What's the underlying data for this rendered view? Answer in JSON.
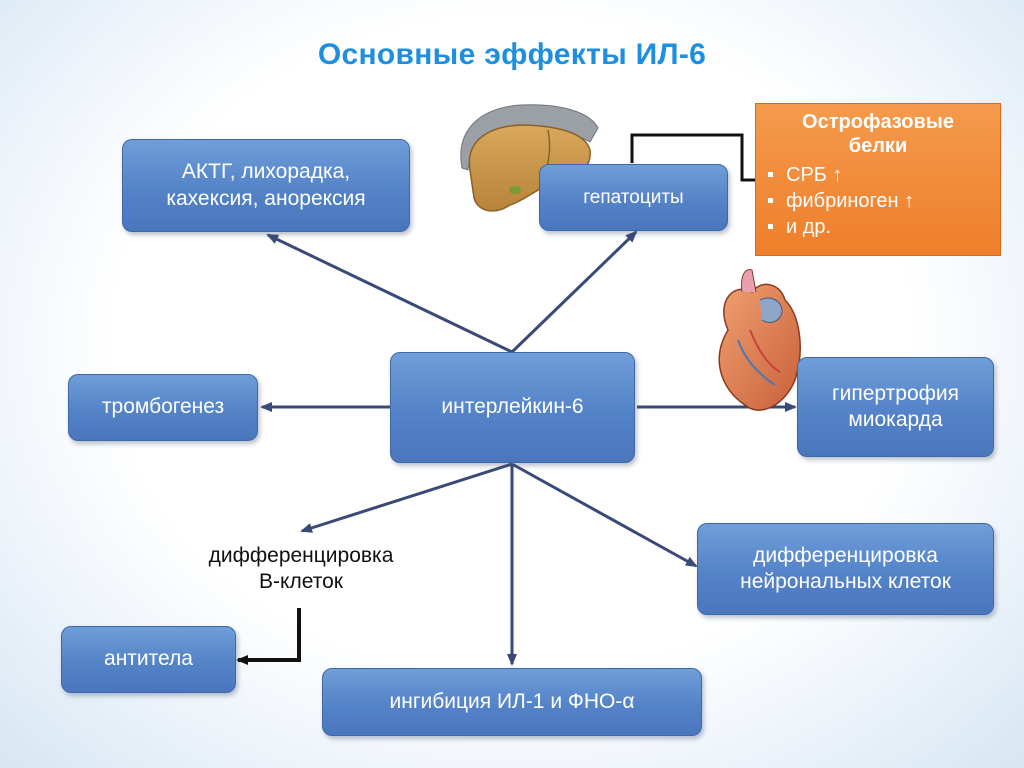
{
  "title": "Основные эффекты ИЛ-6",
  "center": "интерлейкин-6",
  "nodes": {
    "acth": "АКТГ, лихорадка,\nкахексия, анорексия",
    "hepatocytes": "гепатоциты",
    "thrombogenesis": "тромбогенез",
    "hypertrophy": "гипертрофия\nмиокарда",
    "neuronal": "дифференцировка\nнейрональных клеток",
    "bcell": "дифференцировка\nВ-клеток",
    "antibodies": "антитела",
    "inhibition": "ингибиция ИЛ-1 и ФНО-α"
  },
  "acute_phase": {
    "title": "Острофазовые\nбелки",
    "items": [
      "СРБ ↑",
      "фибриноген ↑",
      "и др."
    ]
  },
  "colors": {
    "title": "#1e8fe0",
    "box": "#5483c8",
    "orange_box": "#ef7f2a",
    "arrow": "#3a4a78"
  },
  "icons": [
    "liver-icon",
    "heart-icon"
  ]
}
